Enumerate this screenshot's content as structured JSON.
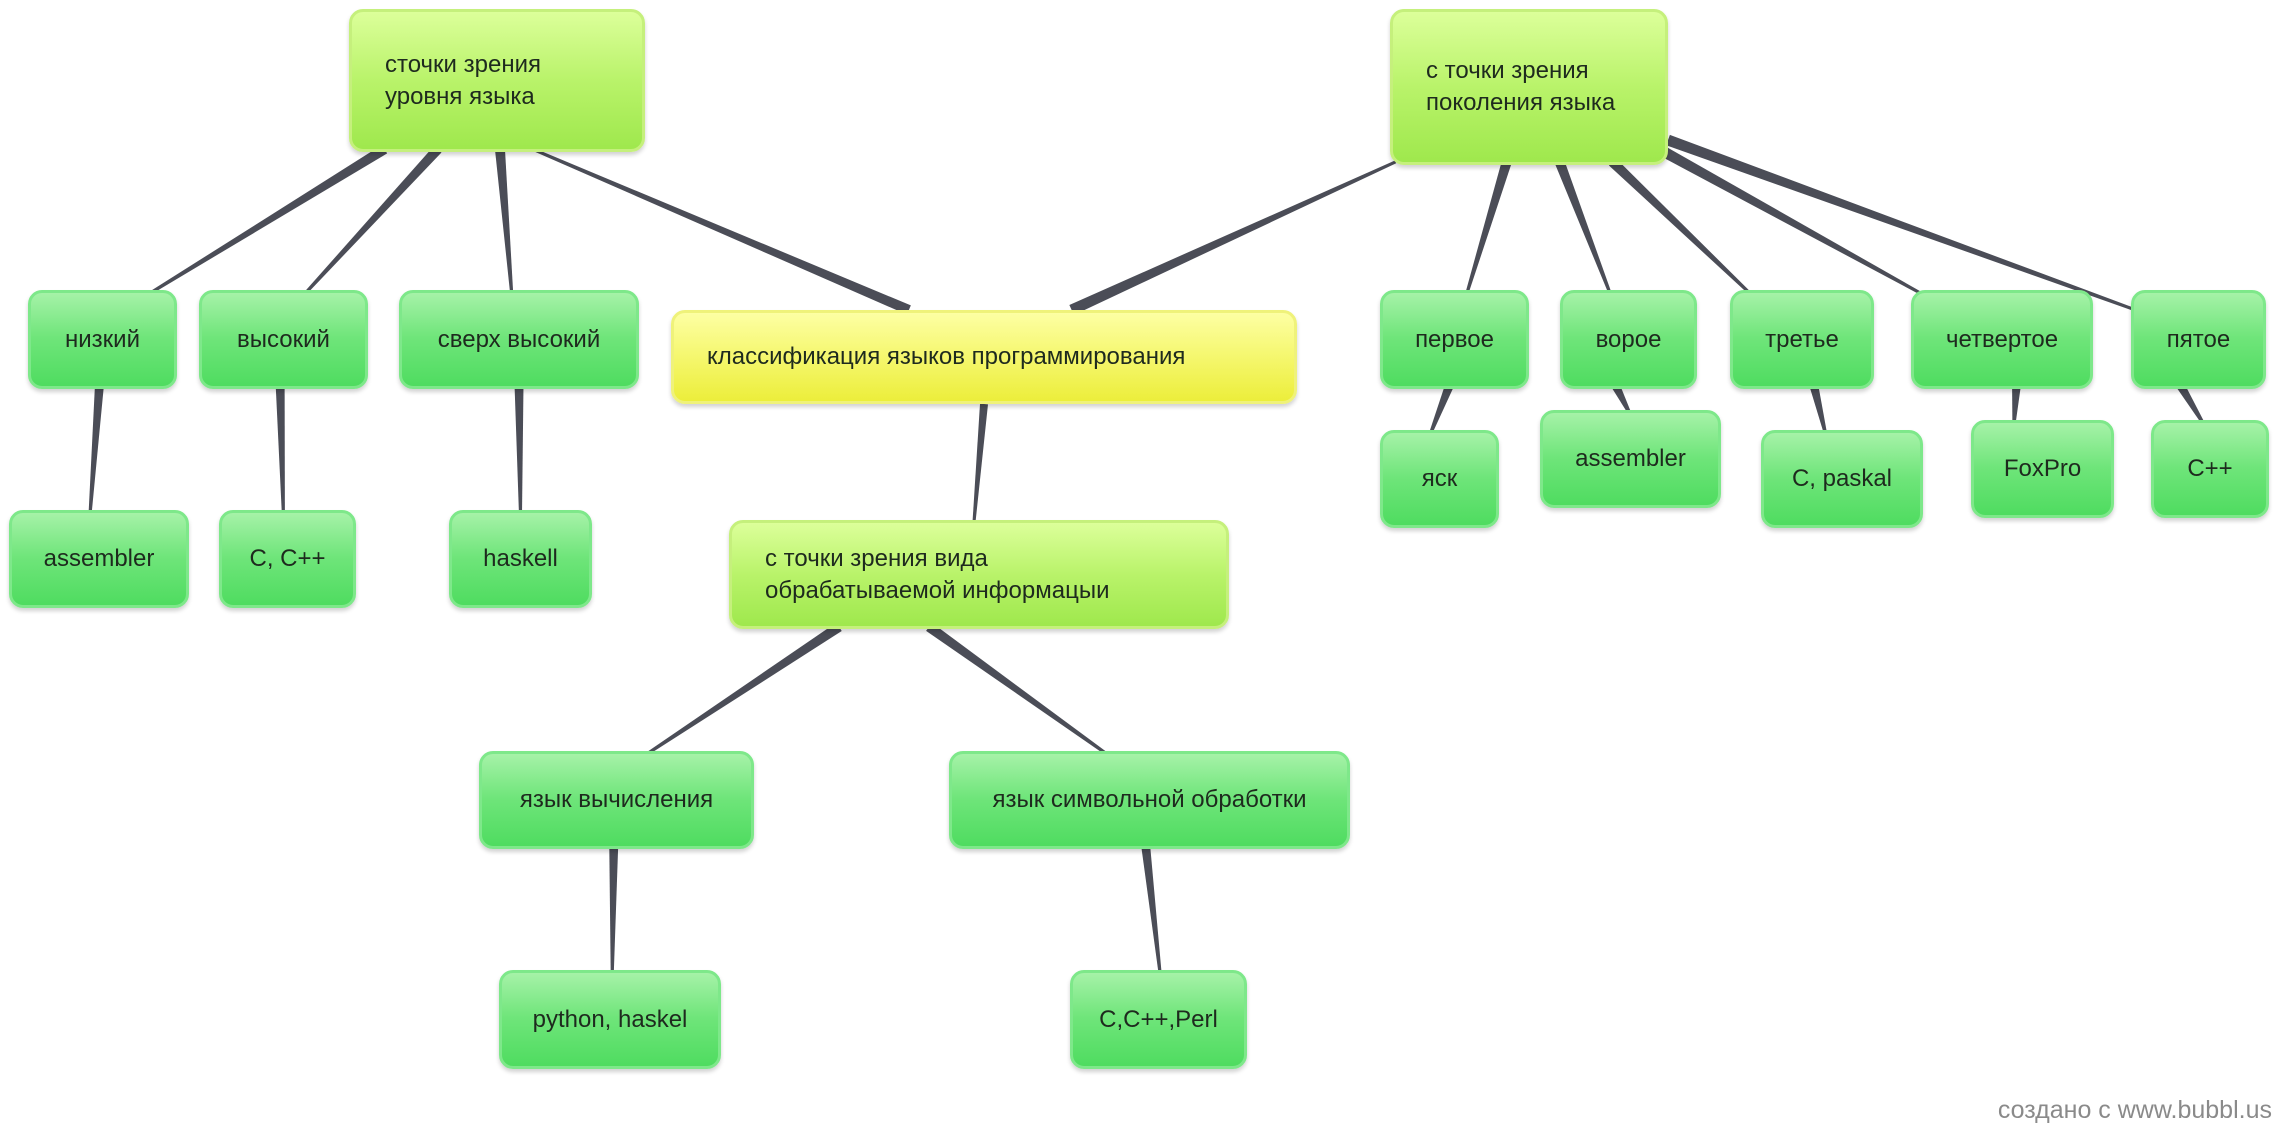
{
  "colors": {
    "link": "#4b4d57",
    "green_node": "#5fe06e",
    "light_green_node": "#b0ef5c",
    "yellow_node": "#f2f45a"
  },
  "diagram": {
    "root": "классификация языков программирования",
    "branches": [
      {
        "label": "сточки зрения\nуровня языка",
        "children": [
          {
            "label": "низкий",
            "children": [
              "assembler"
            ]
          },
          {
            "label": "высокий",
            "children": [
              "C, C++"
            ]
          },
          {
            "label": "сверх высокий",
            "children": [
              "haskell"
            ]
          }
        ]
      },
      {
        "label": "с точки зрения вида\nобрабатываемой информацыи",
        "children": [
          {
            "label": "язык вычисления",
            "children": [
              "python, haskel"
            ]
          },
          {
            "label": "язык символьной обработки",
            "children": [
              "C,C++,Perl"
            ]
          }
        ]
      },
      {
        "label": "с точки зрения\nпоколения языка",
        "children": [
          {
            "label": "первое",
            "children": [
              "яск"
            ]
          },
          {
            "label": "ворое",
            "children": [
              "assembler"
            ]
          },
          {
            "label": "третье",
            "children": [
              "C, paskal"
            ]
          },
          {
            "label": "четвертое",
            "children": [
              "FoxPro"
            ]
          },
          {
            "label": "пятое",
            "children": [
              "C++"
            ]
          }
        ]
      }
    ]
  },
  "footer": "создано с www.bubbl.us"
}
